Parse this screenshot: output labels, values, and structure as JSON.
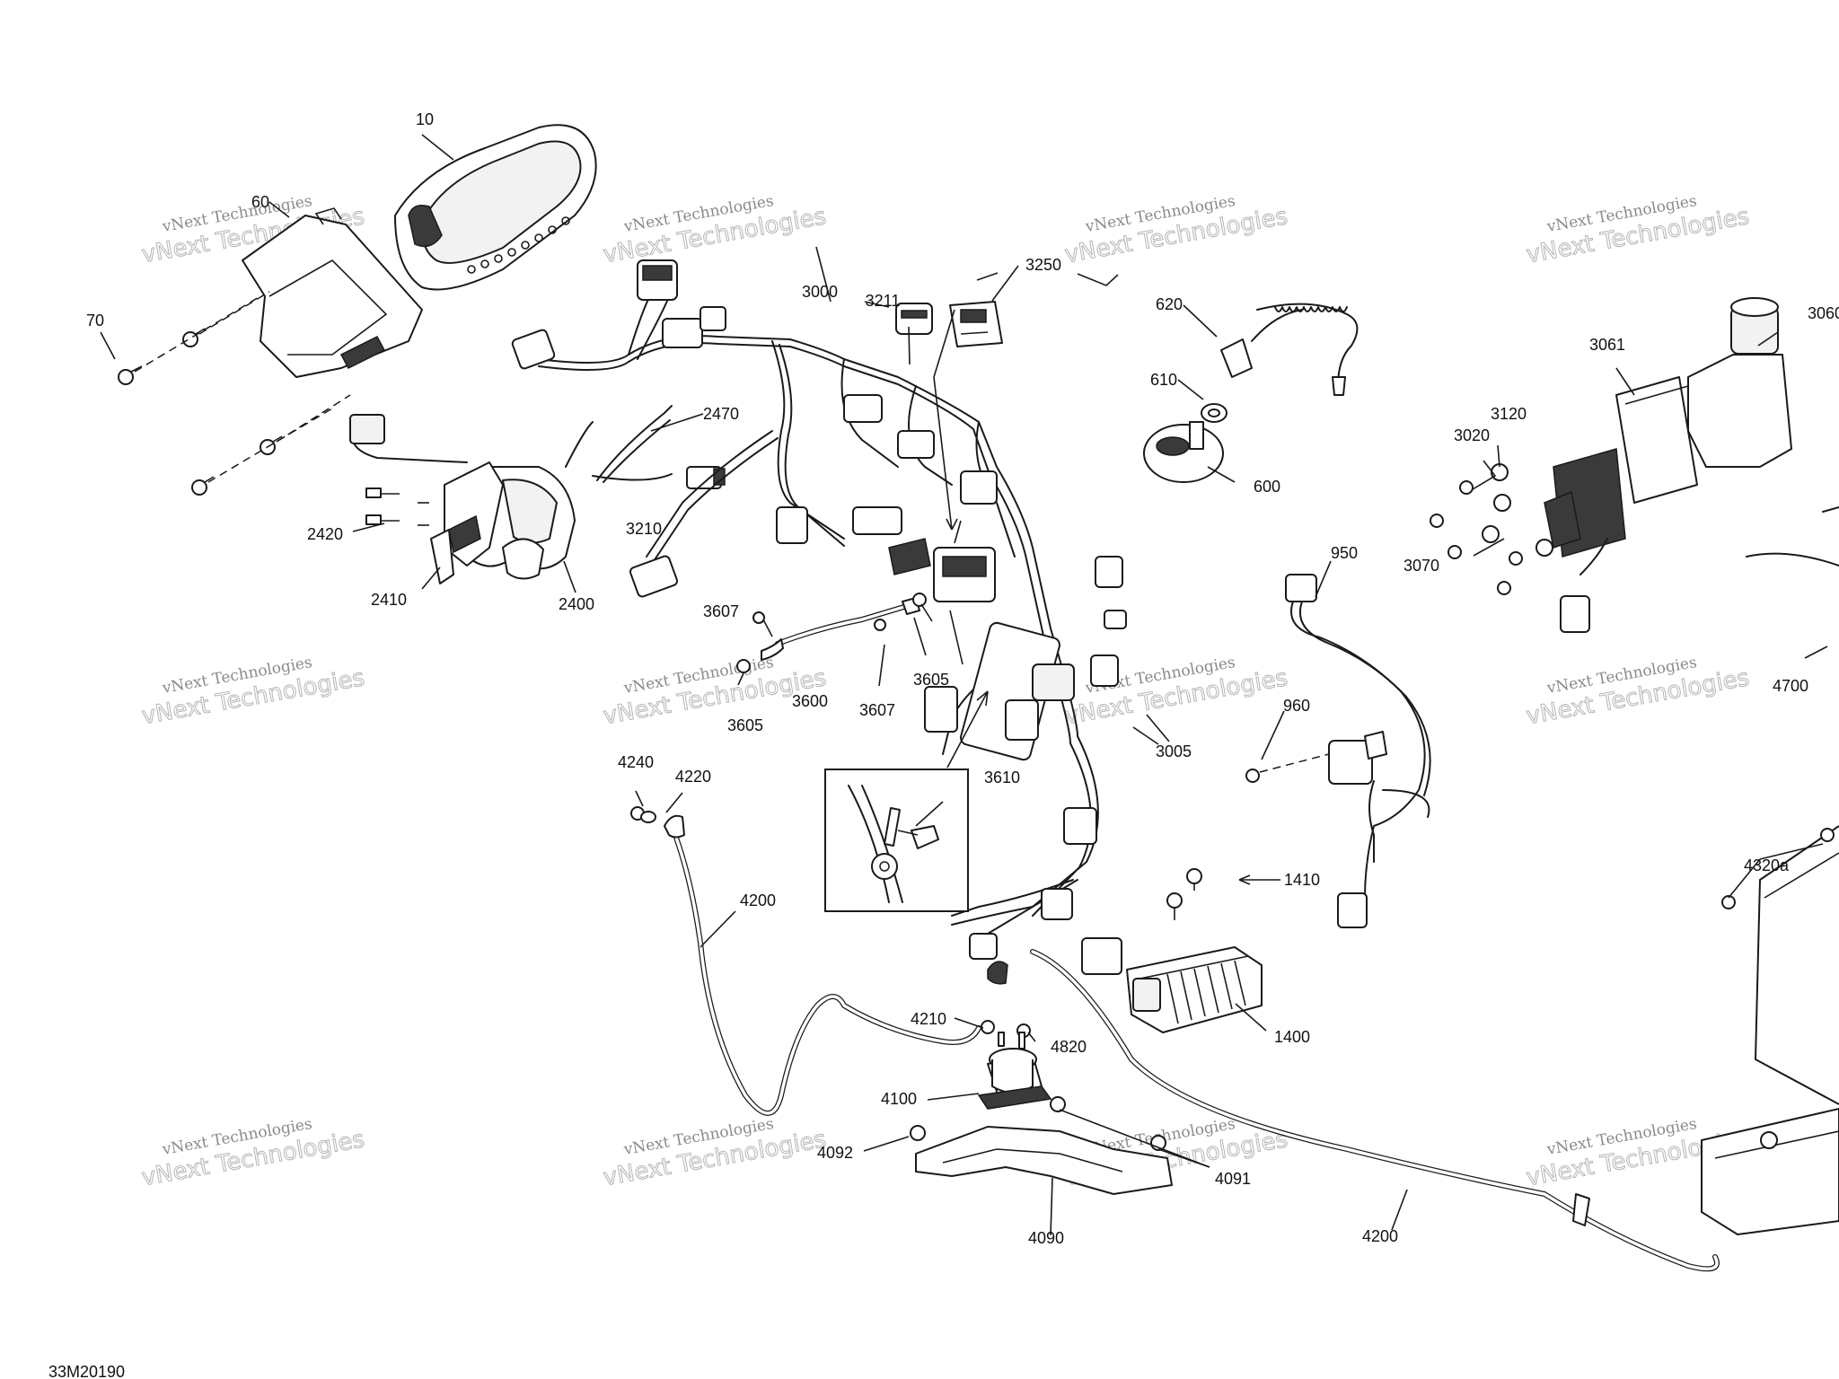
{
  "drawing_code": "33M20190",
  "watermark": {
    "line1": "vNext Technologies",
    "line2": "vNext Technologies"
  },
  "callouts": [
    {
      "id": "10",
      "text": "10"
    },
    {
      "id": "60",
      "text": "60"
    },
    {
      "id": "70",
      "text": "70"
    },
    {
      "id": "600",
      "text": "600"
    },
    {
      "id": "610",
      "text": "610"
    },
    {
      "id": "620",
      "text": "620"
    },
    {
      "id": "950",
      "text": "950"
    },
    {
      "id": "960",
      "text": "960"
    },
    {
      "id": "1400",
      "text": "1400"
    },
    {
      "id": "1410",
      "text": "1410"
    },
    {
      "id": "2400",
      "text": "2400"
    },
    {
      "id": "2410",
      "text": "2410"
    },
    {
      "id": "2420",
      "text": "2420"
    },
    {
      "id": "2470",
      "text": "2470"
    },
    {
      "id": "3000",
      "text": "3000"
    },
    {
      "id": "3005",
      "text": "3005"
    },
    {
      "id": "3020",
      "text": "3020"
    },
    {
      "id": "3060",
      "text": "3060"
    },
    {
      "id": "3061",
      "text": "3061"
    },
    {
      "id": "3070",
      "text": "3070"
    },
    {
      "id": "3120",
      "text": "3120"
    },
    {
      "id": "3210",
      "text": "3210"
    },
    {
      "id": "3211",
      "text": "3211"
    },
    {
      "id": "3250",
      "text": "3250"
    },
    {
      "id": "3600",
      "text": "3600"
    },
    {
      "id": "3605a",
      "text": "3605"
    },
    {
      "id": "3605b",
      "text": "3605"
    },
    {
      "id": "3607a",
      "text": "3607"
    },
    {
      "id": "3607b",
      "text": "3607"
    },
    {
      "id": "3610",
      "text": "3610"
    },
    {
      "id": "4090",
      "text": "4090"
    },
    {
      "id": "4091",
      "text": "4091"
    },
    {
      "id": "4092",
      "text": "4092"
    },
    {
      "id": "4100",
      "text": "4100"
    },
    {
      "id": "4200a",
      "text": "4200"
    },
    {
      "id": "4200b",
      "text": "4200"
    },
    {
      "id": "4210",
      "text": "4210"
    },
    {
      "id": "4220",
      "text": "4220"
    },
    {
      "id": "4240",
      "text": "4240"
    },
    {
      "id": "4320a",
      "text": "4320a"
    },
    {
      "id": "4700",
      "text": "4700"
    },
    {
      "id": "4820",
      "text": "4820"
    }
  ]
}
